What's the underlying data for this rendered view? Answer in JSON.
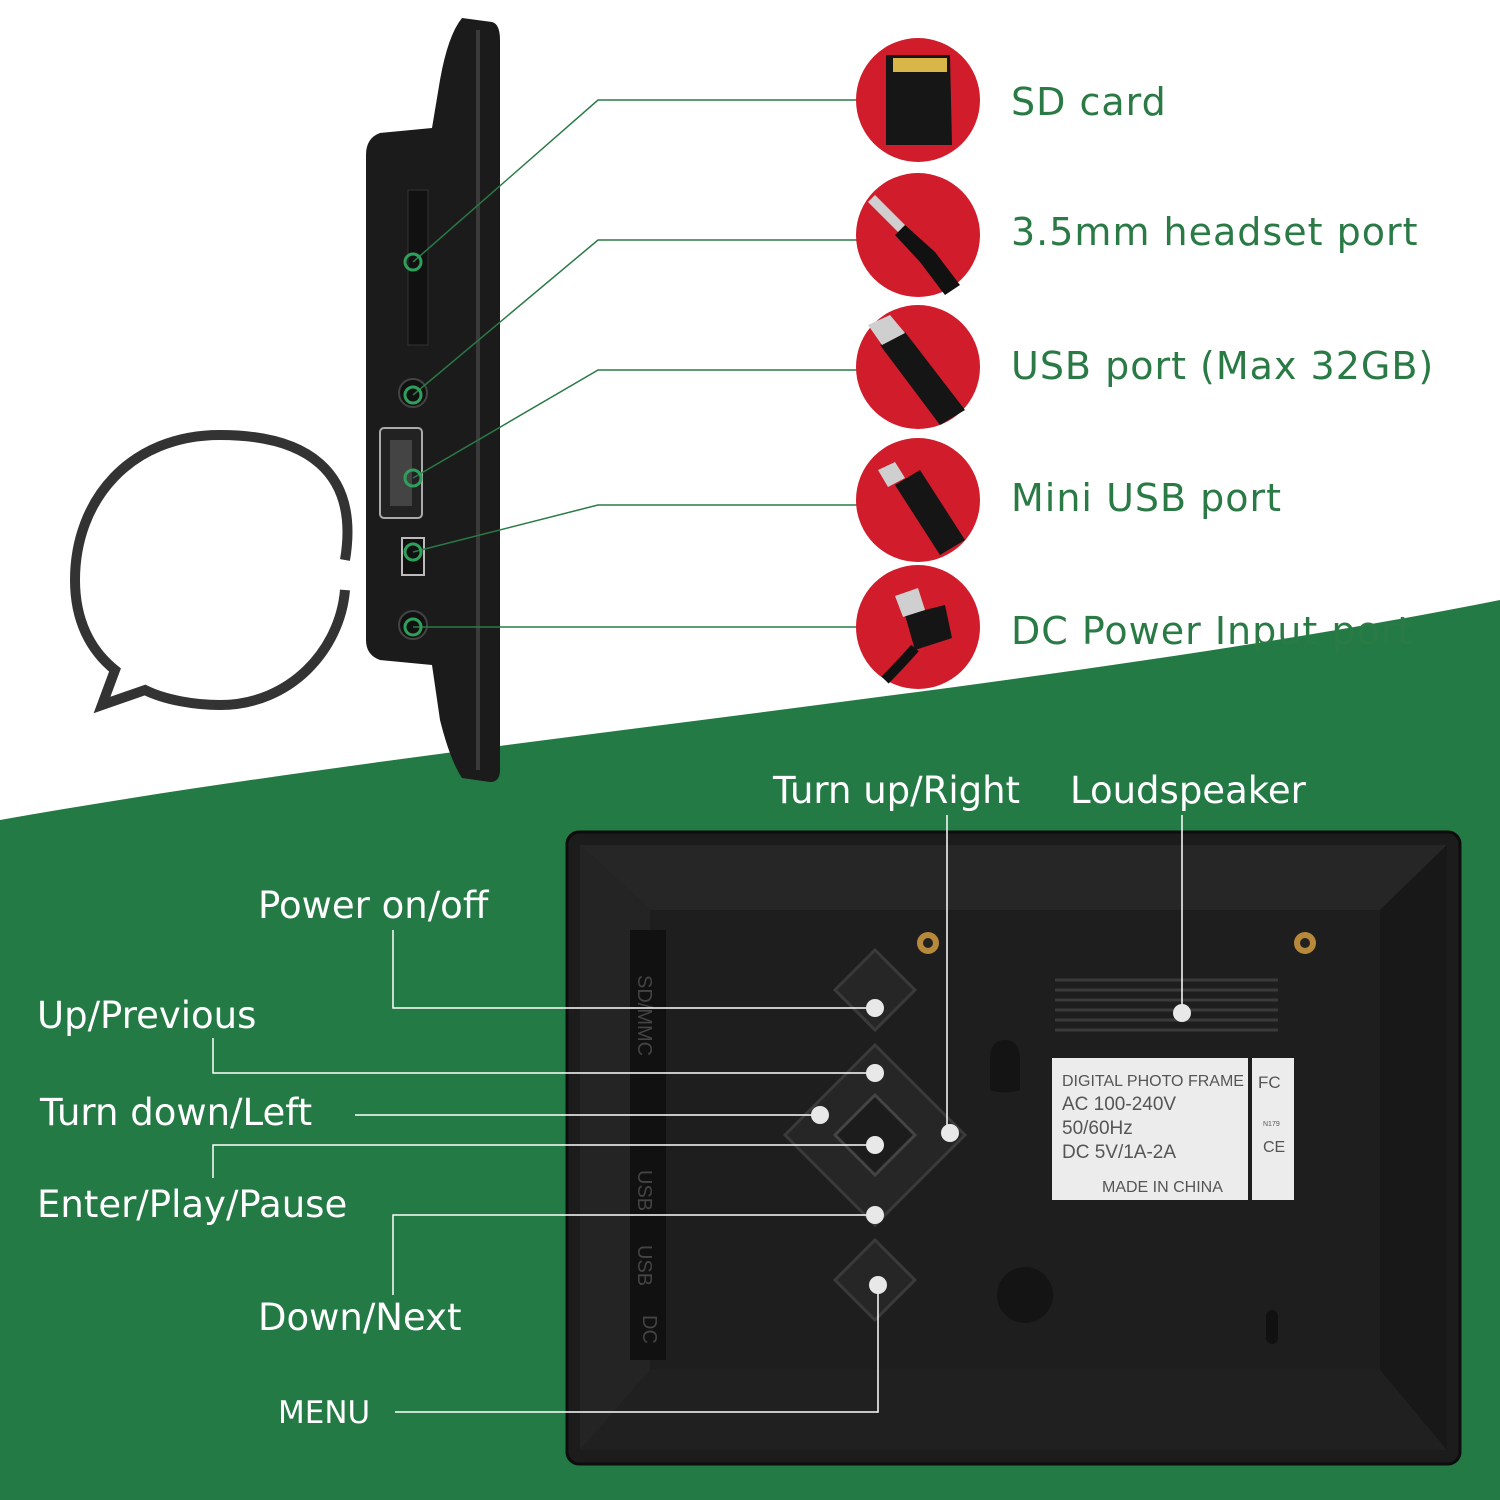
{
  "colors": {
    "green_bg": "#247a45",
    "label_green": "#2a7a45",
    "red_circle": "#d01c2b",
    "device_black": "#1b1b1b",
    "dot_green": "#2fa05c"
  },
  "ports": [
    {
      "label": "SD card",
      "icon": "sd-card-icon"
    },
    {
      "label": "3.5mm headset port",
      "icon": "headset-jack-icon"
    },
    {
      "label": "USB port (Max 32GB)",
      "icon": "usb-stick-icon"
    },
    {
      "label": "Mini USB port",
      "icon": "mini-usb-cable-icon"
    },
    {
      "label": "DC Power Input port",
      "icon": "dc-power-plug-icon"
    }
  ],
  "buttons": {
    "turn_up_right": "Turn up/Right",
    "loudspeaker": "Loudspeaker",
    "power": "Power on/off",
    "up_previous": "Up/Previous",
    "turn_down_left": "Turn down/Left",
    "enter": "Enter/Play/Pause",
    "down_next": "Down/Next",
    "menu": "MENU"
  },
  "side_panel_labels": [
    "SD/MMC",
    "USB",
    "USB",
    "DC"
  ],
  "rating_label": {
    "lines": [
      "DIGITAL PHOTO FRAME",
      "AC 100-240V",
      "50/60Hz",
      "DC 5V/1A-2A",
      "MADE IN CHINA"
    ],
    "marks": [
      "FC",
      "N179",
      "CE"
    ]
  }
}
